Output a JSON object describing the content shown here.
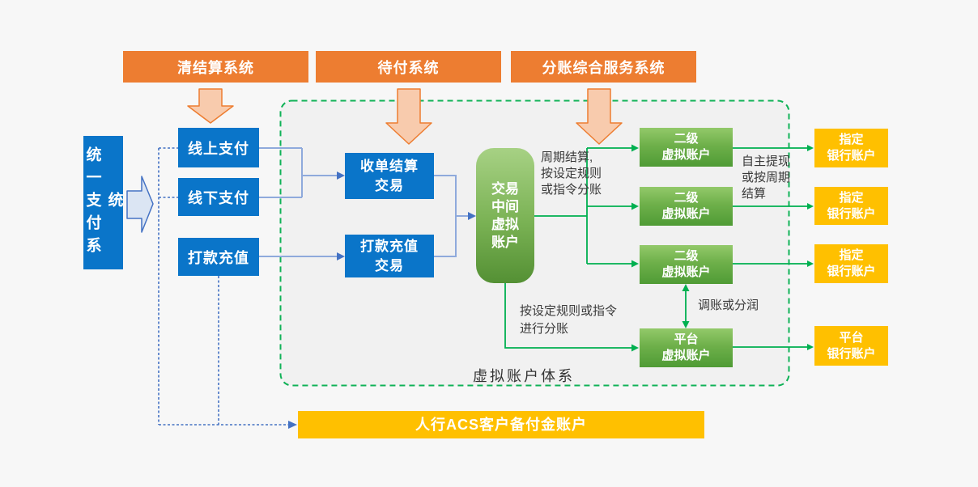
{
  "colors": {
    "orange": "#ED7D31",
    "orange_arrow_fill": "#F8CBAD",
    "blue_box": "#0A75C9",
    "yellow_box": "#FFC000",
    "green_line": "#00B050",
    "blue_line": "#8FAADC",
    "dark_blue": "#4472C4",
    "green_gradient_top": "#A7D184",
    "green_gradient_bottom": "#549034",
    "container_border": "#10B257"
  },
  "top_systems": [
    {
      "label": "清结算系统"
    },
    {
      "label": "待付系统"
    },
    {
      "label": "分账综合服务系统"
    }
  ],
  "unified_payment_system": {
    "label": "统一支付系统"
  },
  "payment_channels": [
    {
      "label": "线上支付"
    },
    {
      "label": "线下支付"
    },
    {
      "label": "打款充值"
    }
  ],
  "transaction_nodes": [
    {
      "label": "收单结算\n交易"
    },
    {
      "label": "打款充值\n交易"
    }
  ],
  "middle_virtual_account": {
    "label": "交易\n中间\n虚拟\n账户"
  },
  "virtual_account_system": {
    "label": "虚拟账户体系",
    "level2_accounts": [
      {
        "label": "二级\n虚拟账户"
      },
      {
        "label": "二级\n虚拟账户"
      },
      {
        "label": "二级\n虚拟账户"
      }
    ],
    "platform_account": {
      "label": "平台\n虚拟账户"
    }
  },
  "bank_accounts": {
    "designated": [
      {
        "label": "指定\n银行账户"
      },
      {
        "label": "指定\n银行账户"
      },
      {
        "label": "指定\n银行账户"
      }
    ],
    "platform": {
      "label": "平台\n银行账户"
    }
  },
  "reserve_account": {
    "label": "人行ACS客户备付金账户"
  },
  "annotations": {
    "periodic_settlement": "周期结算,\n按设定规则\n或指令分账",
    "self_withdrawal": "自主提现\n或按周期\n结算",
    "split_by_rules": "按设定规则或指令\n进行分账",
    "adjust_or_profit": "调账或分润"
  }
}
